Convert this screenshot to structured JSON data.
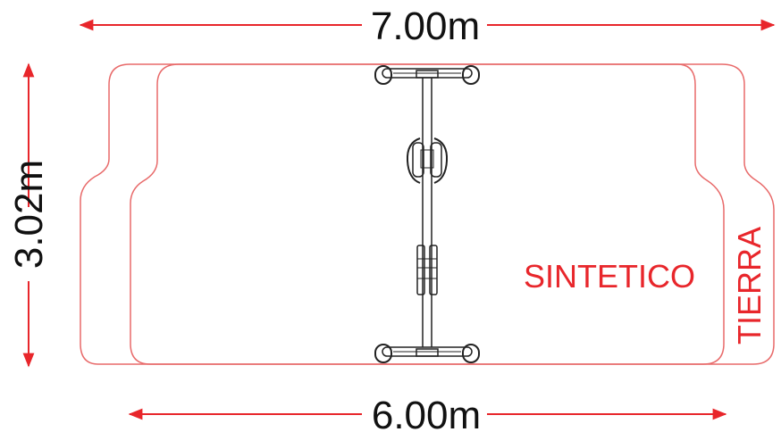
{
  "dimensions": {
    "top_width": "7.00m",
    "bottom_width": "6.00m",
    "height": "3.02m"
  },
  "zones": {
    "inner_label": "SINTETICO",
    "outer_label": "TIERRA"
  },
  "colors": {
    "accent": "#e8262b",
    "outline": "#e86a6a",
    "equipment": "#222222",
    "text": "#111111"
  }
}
